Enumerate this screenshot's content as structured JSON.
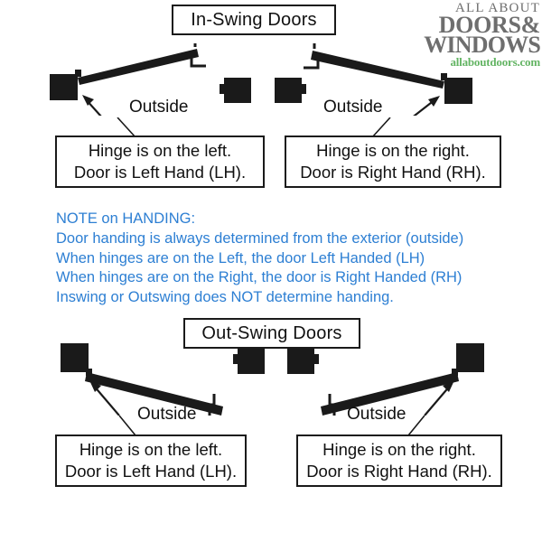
{
  "logo": {
    "line1": "ALL ABOUT",
    "line2": "DOORS&",
    "line3": "WINDOWS",
    "line4": "allaboutdoors.com",
    "gray": "#6e6e6e",
    "green": "#63b463"
  },
  "sections": {
    "inswing": {
      "title": "In-Swing Doors",
      "left": {
        "outside_label": "Outside",
        "caption_line1": "Hinge is on the left.",
        "caption_line2": "Door is Left Hand (LH)."
      },
      "right": {
        "outside_label": "Outside",
        "caption_line1": "Hinge is on the right.",
        "caption_line2": "Door is Right Hand (RH)."
      }
    },
    "outswing": {
      "title": "Out-Swing Doors",
      "left": {
        "outside_label": "Outside",
        "caption_line1": "Hinge is on the left.",
        "caption_line2": "Door is Left Hand (LH)."
      },
      "right": {
        "outside_label": "Outside",
        "caption_line1": "Hinge is on the right.",
        "caption_line2": "Door is Right Hand (RH)."
      }
    }
  },
  "note": {
    "heading": "NOTE on HANDING:",
    "line1": "Door handing is always determined from the exterior (outside)",
    "line2": "When hinges are on the Left, the door Left Handed (LH)",
    "line3": "When hinges are on the Right, the door is Right Handed (RH)",
    "line4": "Inswing or Outswing does NOT determine handing.",
    "color": "#2d7fd3"
  },
  "colors": {
    "ink": "#1a1a1a",
    "paper": "#ffffff"
  }
}
